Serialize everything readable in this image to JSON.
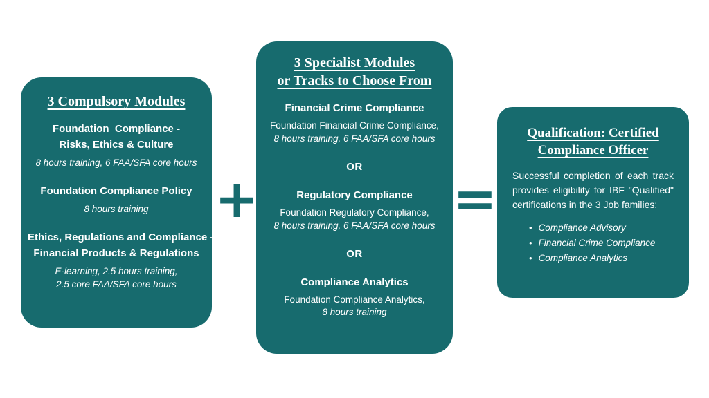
{
  "colors": {
    "box_teal": "#176b6e",
    "text_white": "#ffffff",
    "background": "#ffffff"
  },
  "operators": {
    "plus": "+",
    "equals": "="
  },
  "compulsory_box": {
    "title": "3 Compulsory Modules",
    "modules": [
      {
        "name": "Foundation  Compliance -\nRisks, Ethics & Culture",
        "detail": "8 hours training, 6 FAA/SFA core hours"
      },
      {
        "name": "Foundation Compliance Policy",
        "detail": "8 hours training"
      },
      {
        "name": "Ethics, Regulations and Compliance -\nFinancial Products & Regulations",
        "detail": "E-learning, 2.5 hours training,\n2.5 core FAA/SFA core hours"
      }
    ]
  },
  "specialist_box": {
    "title": "3 Specialist Modules\nor Tracks to Choose From",
    "separator": "OR",
    "tracks": [
      {
        "name": "Financial Crime Compliance",
        "course": "Foundation Financial Crime Compliance,",
        "hours": "8 hours training, 6 FAA/SFA core hours"
      },
      {
        "name": "Regulatory Compliance",
        "course": "Foundation Regulatory Compliance,",
        "hours": "8 hours training, 6 FAA/SFA core hours"
      },
      {
        "name": "Compliance Analytics",
        "course": "Foundation Compliance Analytics,",
        "hours": "8 hours training"
      }
    ]
  },
  "qualification_box": {
    "title": "Qualification: Certified\nCompliance Officer",
    "description": "Successful completion of each track provides eligibility for IBF \"Qualified\" certifications in the 3 Job families:",
    "job_families": [
      "Compliance Advisory",
      "Financial Crime Compliance",
      "Compliance Analytics"
    ]
  }
}
